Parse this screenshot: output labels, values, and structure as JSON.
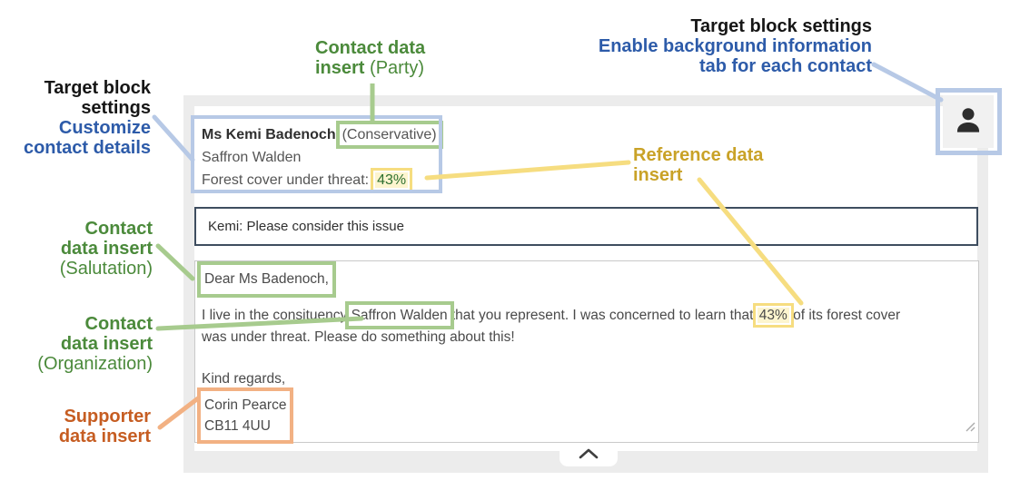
{
  "annotations": {
    "target_left": {
      "title": "Target block\nsettings",
      "subtitle": "Customize\ncontact details"
    },
    "party": {
      "bold": "Contact data\ninsert",
      "normal": "(Party)"
    },
    "target_right": {
      "title": "Target block settings",
      "subtitle": "Enable background information\ntab for each contact"
    },
    "reference": {
      "bold": "Reference data\ninsert"
    },
    "salutation": {
      "bold": "Contact\ndata insert",
      "normal": "(Salutation)"
    },
    "organization": {
      "bold": "Contact\ndata insert",
      "normal": "(Organization)"
    },
    "supporter": {
      "bold": "Supporter\ndata insert"
    }
  },
  "contact_block": {
    "name": "Ms Kemi Badenoch",
    "party": "(Conservative)",
    "organization": "Saffron Walden",
    "reference_label": "Forest cover under threat:",
    "reference_value": "43%"
  },
  "subject": {
    "value": "Kemi: Please consider this issue"
  },
  "message": {
    "salutation": "Dear Ms Badenoch,",
    "body_before": "I live in the consituency",
    "body_org": "Saffron Walden",
    "body_mid": "that you represent. I was concerned to learn that",
    "body_ref": "43%",
    "body_after": "of its forest cover\nwas under threat. Please do something about this!",
    "closing": "Kind regards,",
    "supporter_name": "Corin Pearce",
    "supporter_postcode": "CB11 4UU"
  },
  "icons": {
    "person": "person-icon",
    "collapse": "chevron-up-icon",
    "resize": "resize-grip-icon"
  },
  "colors": {
    "annotation_black": "#161616",
    "annotation_blue": "#2d5ba9",
    "annotation_green": "#4b8a3b",
    "annotation_gold": "#c9a227",
    "annotation_orange": "#c65d22",
    "box_blue": "#b7c9e6",
    "box_green": "#a7cb8e",
    "box_yellow": "#f6dd80",
    "box_orange": "#f2b183",
    "highlight_yellow_bg": "#fdf5cf",
    "reference_value_green": "#2e7031",
    "panel_gray": "#ececec"
  }
}
